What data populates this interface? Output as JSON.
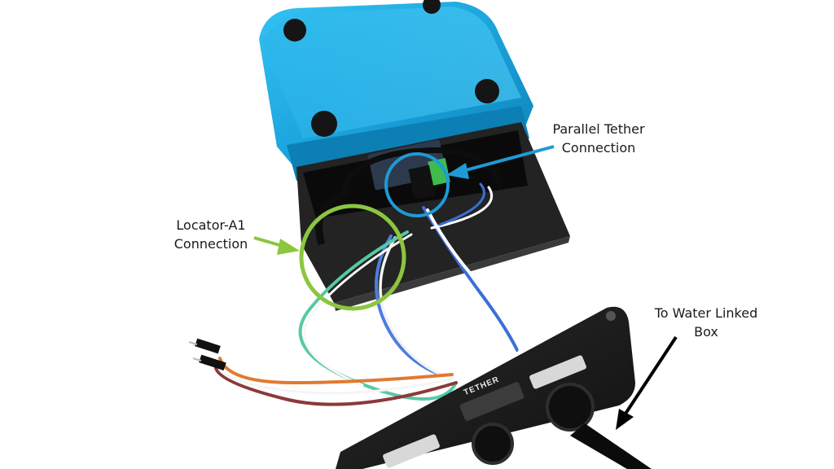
{
  "annotations": {
    "parallel_tether": {
      "line1": "Parallel Tether",
      "line2": "Connection"
    },
    "locator_a1": {
      "line1": "Locator-A1",
      "line2": "Connection"
    },
    "water_linked": {
      "line1": "To Water Linked",
      "line2": "Box"
    }
  },
  "panel": {
    "tag": "TETHER"
  },
  "colors": {
    "enclosure": "#1aa3dd",
    "tether_callout": "#1e9ad6",
    "locator_callout": "#8cc63f",
    "arrow_black": "#000000",
    "panel": "#1c1c1c"
  }
}
